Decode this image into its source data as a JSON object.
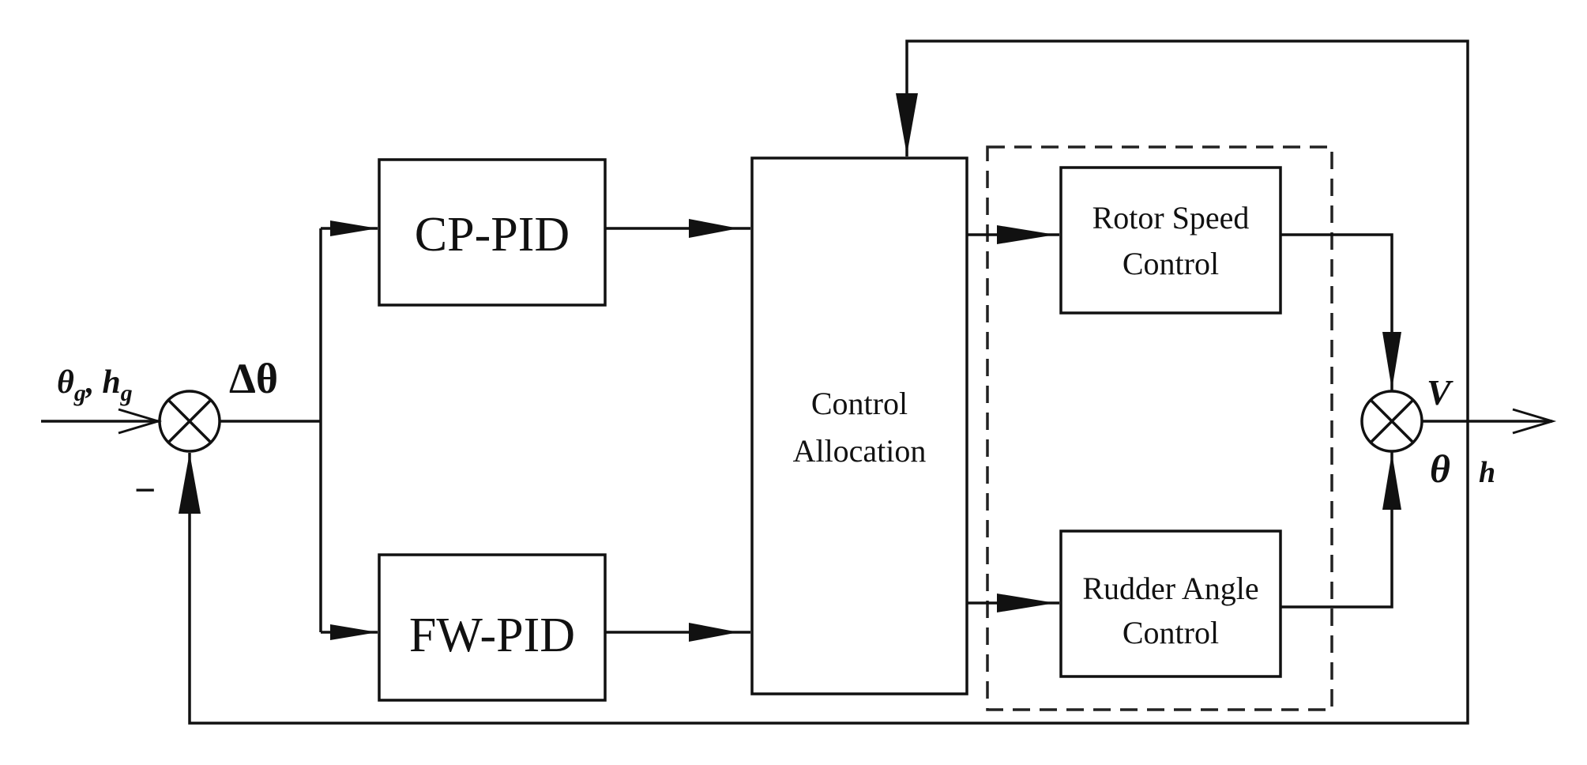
{
  "diagram": {
    "blocks": {
      "cp_pid": "CP-PID",
      "fw_pid": "FW-PID",
      "control_allocation": [
        "Control",
        "Allocation"
      ],
      "rotor_speed_control": [
        "Rotor Speed",
        "Control"
      ],
      "rudder_angle_control": [
        "Rudder Angle",
        "Control"
      ]
    },
    "signals": {
      "theta_g": "θ",
      "theta_g_sub": "g",
      "h_g": "h",
      "h_g_sub": "g",
      "comma": ",",
      "delta_theta": "Δθ",
      "minus": "−",
      "v_out": "V",
      "theta_out": "θ",
      "h_out": "h"
    }
  }
}
